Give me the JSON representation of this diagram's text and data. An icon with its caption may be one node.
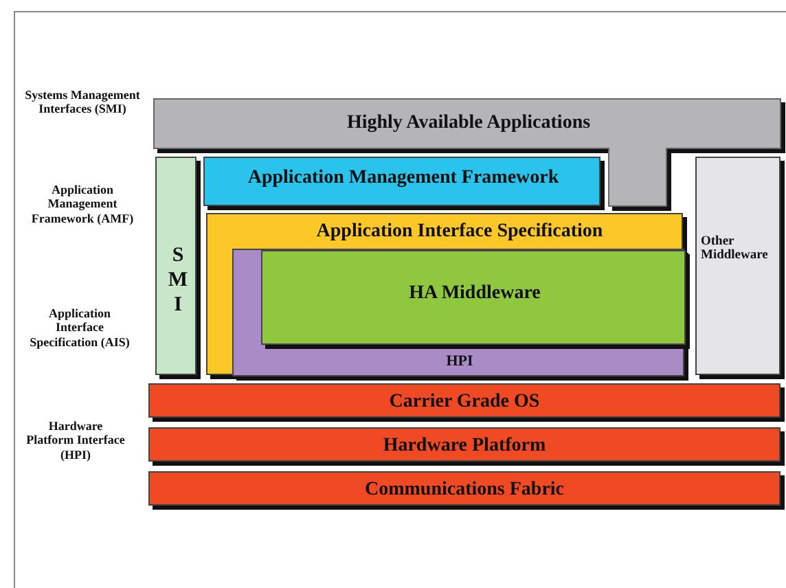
{
  "diagram": {
    "nodes": [
      {
        "text": [
          "Highly Available Applications"
        ]
      },
      {
        "text": [
          "SMI"
        ]
      },
      {
        "text": [
          "Application Management Framework"
        ]
      },
      {
        "text": [
          "Application Interface Specification"
        ]
      },
      {
        "text": [
          "HPI"
        ],
        "in": 3
      },
      {
        "text": [
          "HA Middleware"
        ],
        "in": 4
      },
      {
        "text": [
          "Other Middleware"
        ]
      },
      {
        "text": [
          "Carrier Grade OS"
        ]
      },
      {
        "text": [
          "Hardware Platform"
        ]
      },
      {
        "text": [
          "Communications Fabric"
        ]
      }
    ],
    "labels": [
      "Systems Management Interfaces (SMI)",
      "Application Management Framework (AMF)",
      "Application Interface Specification (AIS)",
      "Hardware Platform Interface (HPI)"
    ]
  }
}
